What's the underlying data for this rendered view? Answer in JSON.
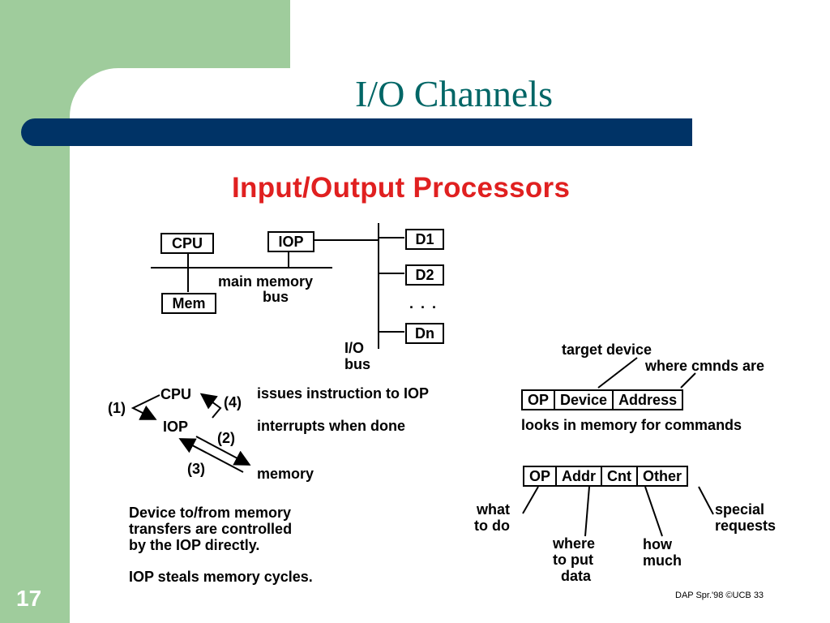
{
  "slide": {
    "title": "I/O Channels",
    "number": "17"
  },
  "figure": {
    "title": "Input/Output Processors",
    "top_diagram": {
      "cpu": "CPU",
      "iop": "IOP",
      "mem": "Mem",
      "d1": "D1",
      "d2": "D2",
      "dots": ". . .",
      "dn": "Dn",
      "main_bus_line1": "main memory",
      "main_bus_line2": "bus",
      "io_bus_line1": "I/O",
      "io_bus_line2": "bus"
    },
    "flow": {
      "cpu": "CPU",
      "iop": "IOP",
      "step1": "(1)",
      "step2": "(2)",
      "step3": "(3)",
      "step4": "(4)",
      "desc1": "issues instruction to IOP",
      "desc2": "interrupts when done",
      "desc3": "memory"
    },
    "notes": {
      "line1": "Device to/from memory",
      "line2": "transfers are controlled",
      "line3": "by the IOP directly.",
      "line4": "IOP steals memory cycles."
    },
    "instruction_format": {
      "label_target": "target device",
      "label_where": "where cmnds are",
      "fields": [
        "OP",
        "Device",
        "Address"
      ],
      "caption": "looks in memory for commands"
    },
    "command_format": {
      "fields": [
        "OP",
        "Addr",
        "Cnt",
        "Other"
      ],
      "what_line1": "what",
      "what_line2": "to do",
      "where_line1": "where",
      "where_line2": "to put",
      "where_line3": "data",
      "how_line1": "how",
      "how_line2": "much",
      "special_line1": "special",
      "special_line2": "requests"
    },
    "credit": "DAP Spr.'98 ©UCB 33"
  }
}
